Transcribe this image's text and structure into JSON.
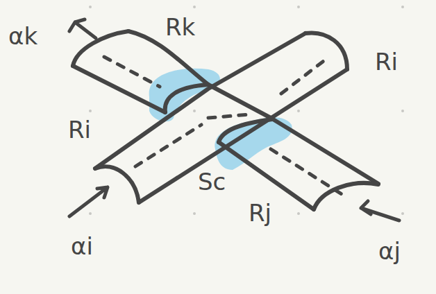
{
  "diagram": {
    "labels": [
      "αk",
      "Rk",
      "Ri",
      "Ri",
      "Sc",
      "Rj",
      "αi",
      "αj"
    ]
  }
}
